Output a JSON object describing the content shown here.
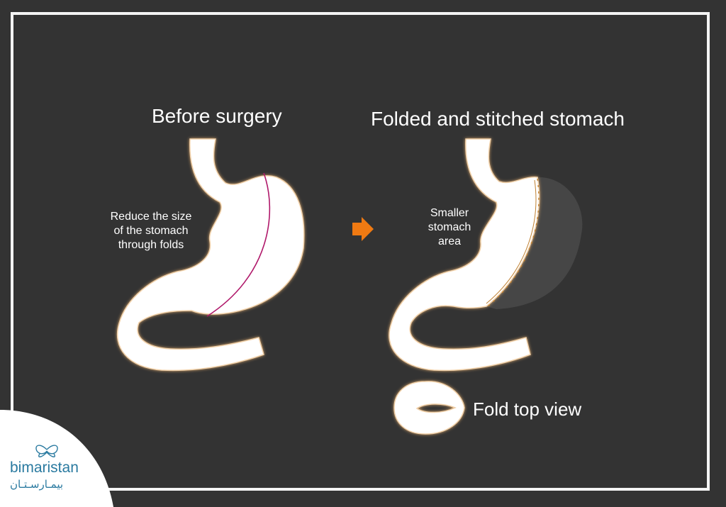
{
  "titles": {
    "before": "Before surgery",
    "after": "Folded and stitched stomach",
    "fold_view": "Fold top view"
  },
  "labels": {
    "reduce": [
      "Reduce the size",
      "of the stomach",
      "through folds"
    ],
    "smaller": [
      "Smaller",
      "stomach",
      "area"
    ]
  },
  "logo": {
    "name": "bimaristan",
    "arabic": "بيمـارسـتـان",
    "icon": "butterfly-icon"
  },
  "colors": {
    "background": "#333333",
    "frame": "#f4f4f4",
    "stomach": "#ffffff",
    "outline": "#e8b070",
    "fold_line": "#b0186a",
    "arrow": "#f07a12",
    "stitch": "#c08030",
    "logo": "#2a7aa0"
  }
}
